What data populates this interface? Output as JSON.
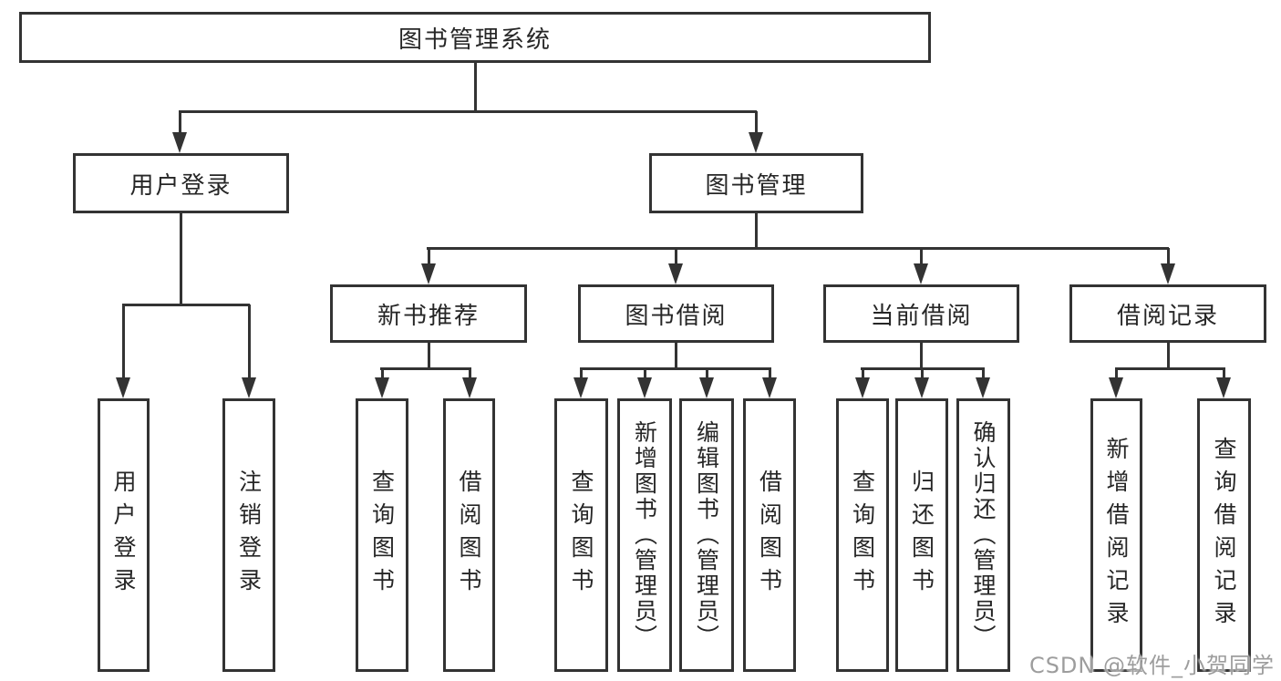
{
  "diagram_type": "hierarchy-flowchart",
  "colors": {
    "line": "#333333",
    "text": "#262626",
    "background": "#ffffff",
    "node_fill": "#ffffff",
    "watermark": "#9d9d9d"
  },
  "watermark": "CSDN @软件_小贺同学",
  "tree": {
    "label": "图书管理系统",
    "children": [
      {
        "label": "用户登录",
        "children": [
          {
            "label": "用户登录"
          },
          {
            "label": "注销登录"
          }
        ]
      },
      {
        "label": "图书管理",
        "children": [
          {
            "label": "新书推荐",
            "children": [
              {
                "label": "查询图书"
              },
              {
                "label": "借阅图书"
              }
            ]
          },
          {
            "label": "图书借阅",
            "children": [
              {
                "label": "查询图书"
              },
              {
                "label": "新增图书（管理员）"
              },
              {
                "label": "编辑图书（管理员）"
              },
              {
                "label": "借阅图书"
              }
            ]
          },
          {
            "label": "当前借阅",
            "children": [
              {
                "label": "查询图书"
              },
              {
                "label": "归还图书"
              },
              {
                "label": "确认归还（管理员）"
              }
            ]
          },
          {
            "label": "借阅记录",
            "children": [
              {
                "label": "新增借阅记录"
              },
              {
                "label": "查询借阅记录"
              }
            ]
          }
        ]
      }
    ]
  }
}
